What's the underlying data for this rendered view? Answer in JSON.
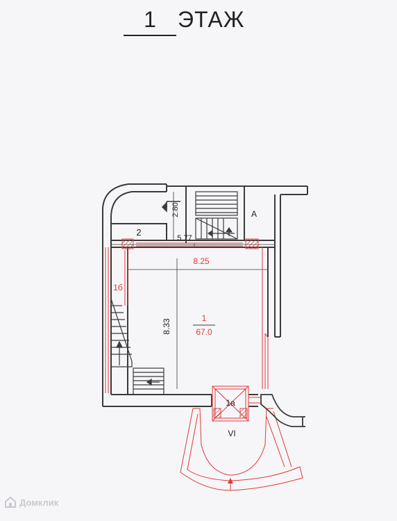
{
  "title": {
    "number": "1",
    "word": "ЭТАЖ"
  },
  "rooms": {
    "main_number": "1",
    "main_area": "67.0",
    "room_2": "2",
    "room_a": "А",
    "room_1a": "1а",
    "room_1b": "1б",
    "room_vi": "VI"
  },
  "dimensions": {
    "width_main": "8.25",
    "depth_main": "8.33",
    "stair_height": "2.80",
    "stair_width": "5.77"
  },
  "watermark": {
    "text": "Домклик"
  },
  "colors": {
    "wall": "#3a3a3a",
    "red": "#e03838",
    "hatch": "#d84a4a"
  }
}
